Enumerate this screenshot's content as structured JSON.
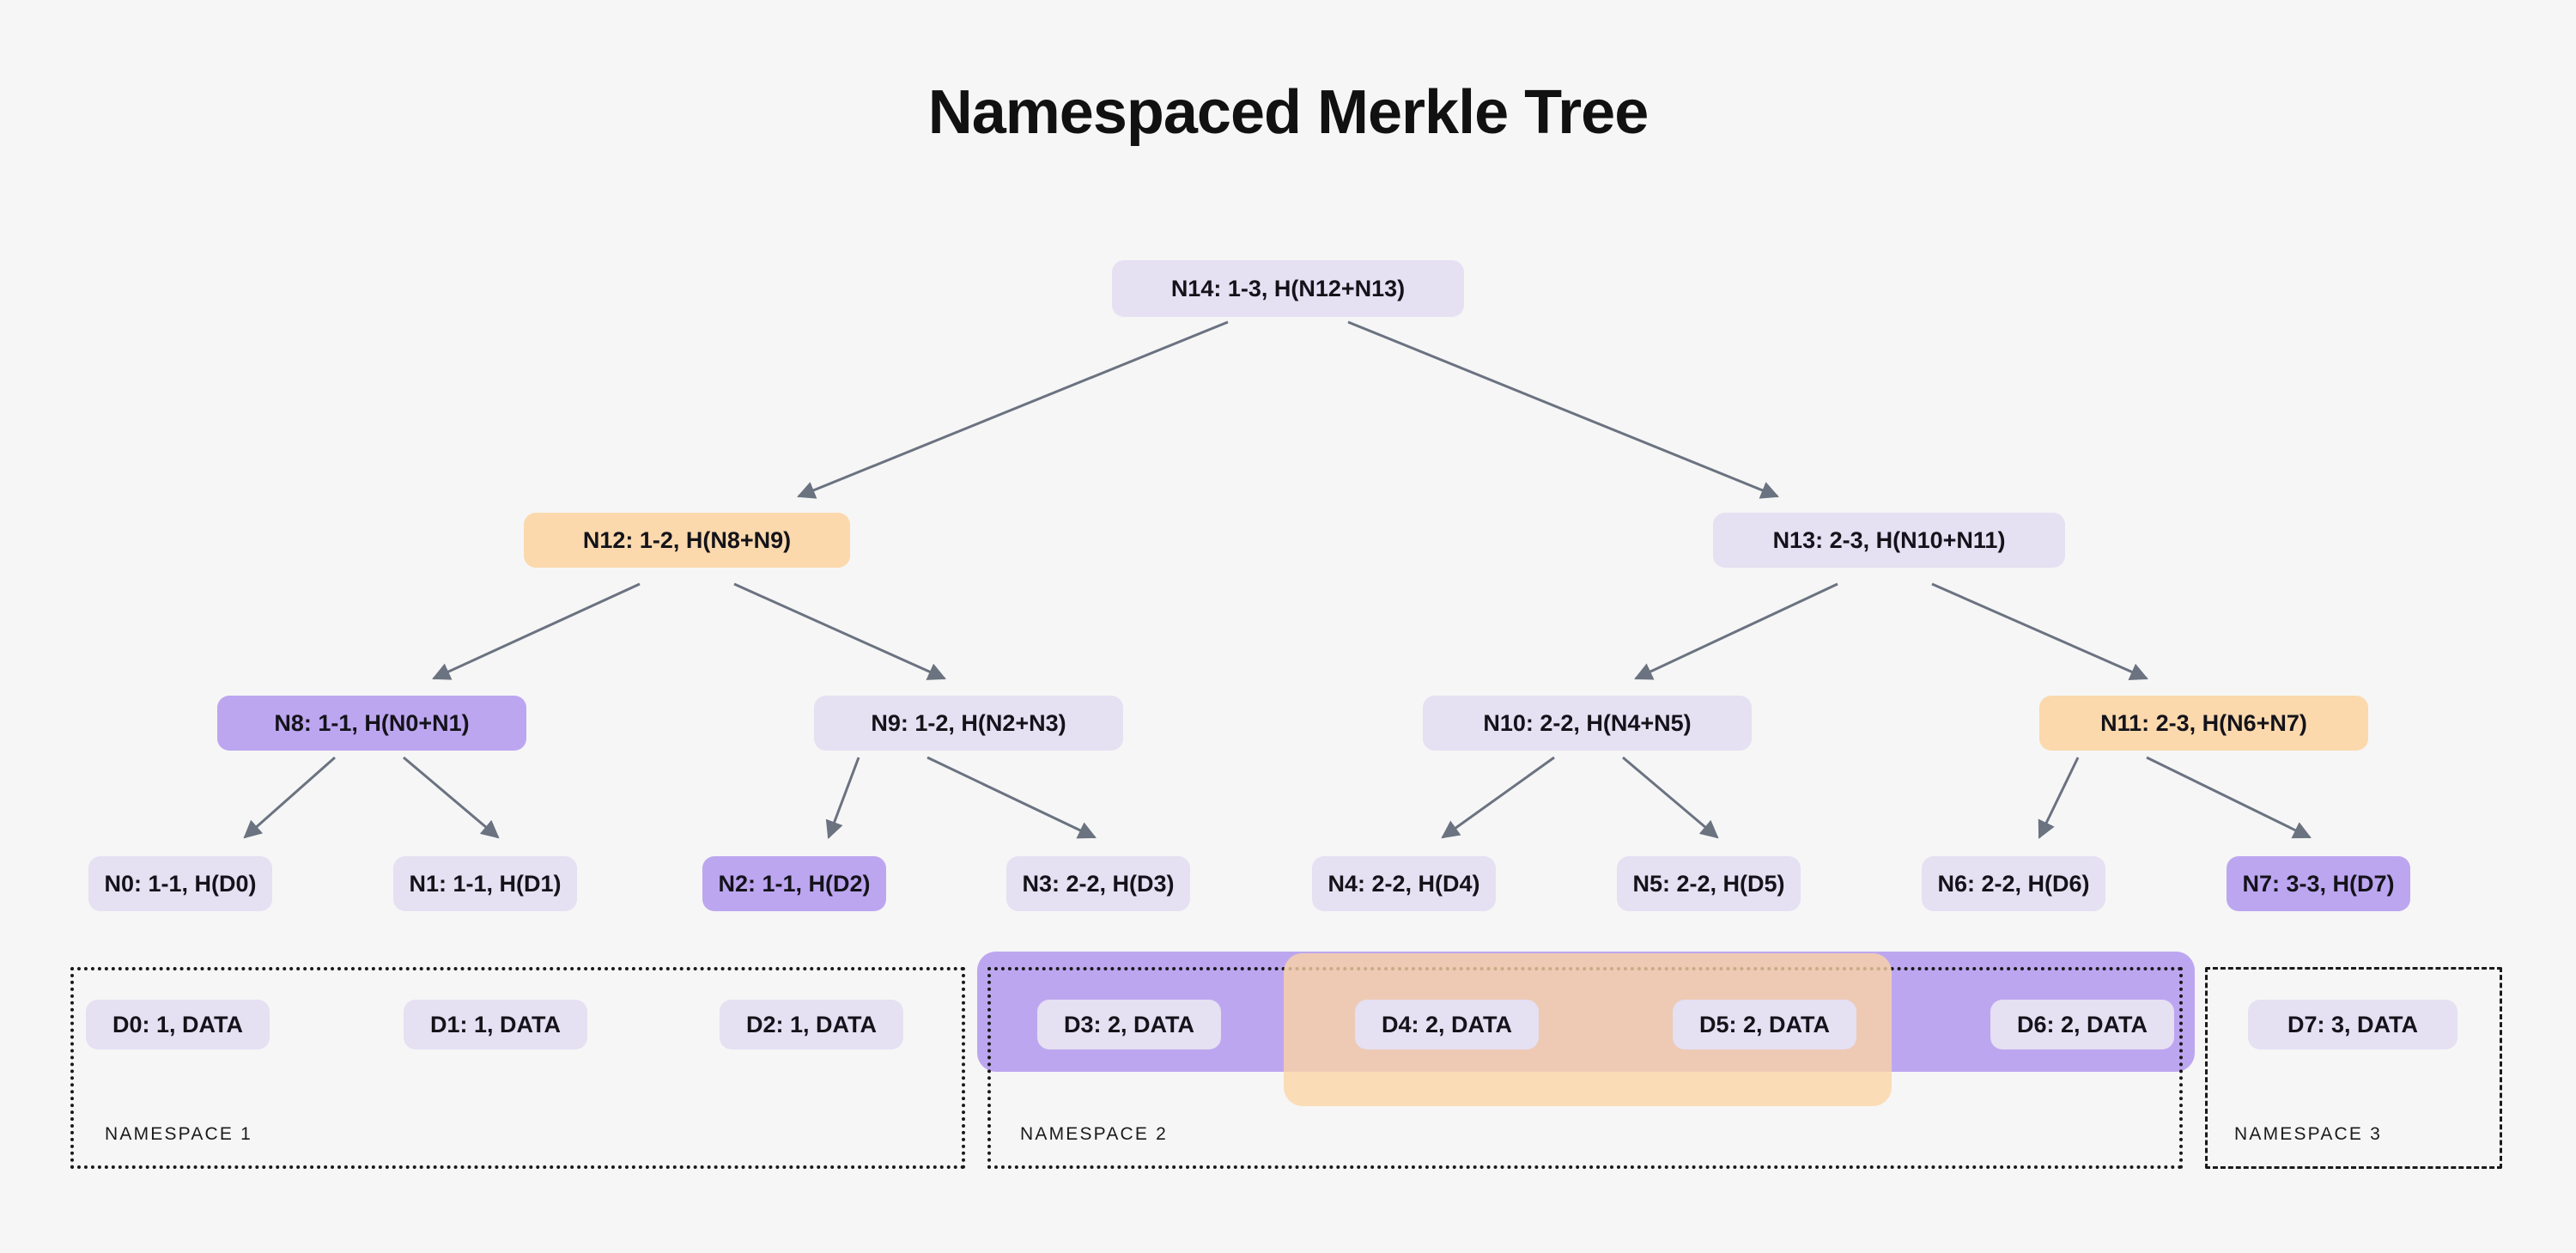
{
  "page": {
    "title": "Namespaced Merkle Tree",
    "background_color": "#f6f6f6",
    "palette": {
      "lavender": "#e5e0f2",
      "purple_highlight": "#bda6f0",
      "orange_highlight": "#fbd9ad",
      "arrow": "#6b7280",
      "text": "#14131a"
    }
  },
  "tree": {
    "levels": [
      {
        "name": "root",
        "nodes": [
          {
            "id": "N14",
            "label": "N14: 1-3, H(N12+N13)",
            "fill": "lavender"
          }
        ]
      },
      {
        "name": "level-1",
        "nodes": [
          {
            "id": "N12",
            "label": "N12: 1-2, H(N8+N9)",
            "fill": "orange"
          },
          {
            "id": "N13",
            "label": "N13: 2-3, H(N10+N11)",
            "fill": "lavender"
          }
        ]
      },
      {
        "name": "level-2",
        "nodes": [
          {
            "id": "N8",
            "label": "N8: 1-1, H(N0+N1)",
            "fill": "purple"
          },
          {
            "id": "N9",
            "label": "N9: 1-2, H(N2+N3)",
            "fill": "lavender"
          },
          {
            "id": "N10",
            "label": "N10: 2-2, H(N4+N5)",
            "fill": "lavender"
          },
          {
            "id": "N11",
            "label": "N11: 2-3, H(N6+N7)",
            "fill": "orange"
          }
        ]
      },
      {
        "name": "leaf-hashes",
        "nodes": [
          {
            "id": "N0",
            "label": "N0: 1-1, H(D0)",
            "fill": "lavender"
          },
          {
            "id": "N1",
            "label": "N1: 1-1, H(D1)",
            "fill": "lavender"
          },
          {
            "id": "N2",
            "label": "N2: 1-1, H(D2)",
            "fill": "purple"
          },
          {
            "id": "N3",
            "label": "N3: 2-2, H(D3)",
            "fill": "lavender"
          },
          {
            "id": "N4",
            "label": "N4: 2-2, H(D4)",
            "fill": "lavender"
          },
          {
            "id": "N5",
            "label": "N5: 2-2, H(D5)",
            "fill": "lavender"
          },
          {
            "id": "N6",
            "label": "N6: 2-2, H(D6)",
            "fill": "lavender"
          },
          {
            "id": "N7",
            "label": "N7: 3-3, H(D7)",
            "fill": "purple"
          }
        ]
      }
    ]
  },
  "data_row": {
    "chips": [
      {
        "id": "D0",
        "label": "D0: 1, DATA"
      },
      {
        "id": "D1",
        "label": "D1: 1, DATA"
      },
      {
        "id": "D2",
        "label": "D2: 1, DATA"
      },
      {
        "id": "D3",
        "label": "D3: 2, DATA"
      },
      {
        "id": "D4",
        "label": "D4: 2, DATA"
      },
      {
        "id": "D5",
        "label": "D5: 2, DATA"
      },
      {
        "id": "D6",
        "label": "D6: 2, DATA"
      },
      {
        "id": "D7",
        "label": "D7: 3, DATA"
      }
    ]
  },
  "namespaces": [
    {
      "id": "ns1",
      "label": "NAMESPACE 1",
      "chips": [
        "D0",
        "D1",
        "D2"
      ]
    },
    {
      "id": "ns2",
      "label": "NAMESPACE 2",
      "chips": [
        "D3",
        "D4",
        "D5",
        "D6"
      ]
    },
    {
      "id": "ns3",
      "label": "NAMESPACE 3",
      "chips": [
        "D7"
      ]
    }
  ],
  "highlights": {
    "purple_band": {
      "covers": [
        "D3",
        "D4",
        "D5",
        "D6"
      ],
      "color": "#bda6f0"
    },
    "orange_band": {
      "covers": [
        "D4",
        "D5"
      ],
      "color": "#fbd5a4"
    }
  }
}
